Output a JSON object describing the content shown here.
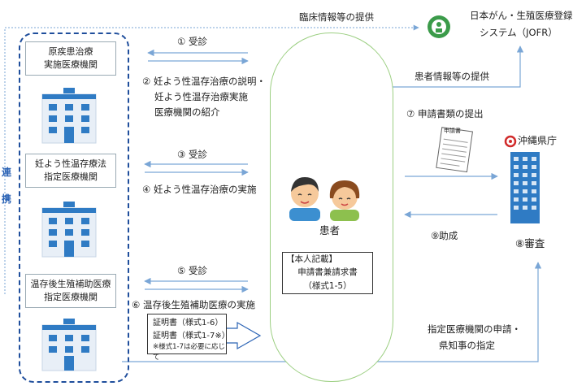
{
  "top_flow": "臨床情報等の提供",
  "jofr": {
    "line1": "日本がん・生殖医療登録",
    "line2": "システム（JOFR）"
  },
  "patient_info": "患者情報等の提供",
  "kanji_ren": "連",
  "kanji_kei": "携",
  "institutions": [
    {
      "line1": "原疾患治療",
      "line2": "実施医療機関"
    },
    {
      "line1": "妊よう性温存療法",
      "line2": "指定医療機関"
    },
    {
      "line1": "温存後生殖補助医療",
      "line2": "指定医療機関"
    }
  ],
  "steps": {
    "s1": "①  受診",
    "s2a": "②  妊よう性温存治療の説明・",
    "s2b": "妊よう性温存治療実施",
    "s2c": "医療機関の紹介",
    "s3": "③  受診",
    "s4": "④  妊よう性温存治療の実施",
    "s5": "⑤  受診",
    "s6": "⑥  温存後生殖補助医療の実施",
    "s7": "⑦  申請書類の提出",
    "s8": "⑧審査",
    "s9": "⑨助成"
  },
  "patient_label": "患者",
  "patient_doc": {
    "line1": "【本人記載】",
    "line2": "申請書兼請求書",
    "line3": "（様式1-5）"
  },
  "certs": {
    "line1": "証明書（様式1-6）",
    "line2": "証明書（様式1-7※）",
    "note": "※様式1-7は必要に応じて"
  },
  "form_header": "申請書",
  "okinawa": "沖縄県庁",
  "designation": {
    "line1": "指定医療機関の申請・",
    "line2": "県知事の指定"
  },
  "colors": {
    "accent": "#2b63b5",
    "arrow": "#7aa6d6",
    "circle": "#9ccf82",
    "building": "#2f7bc4"
  }
}
